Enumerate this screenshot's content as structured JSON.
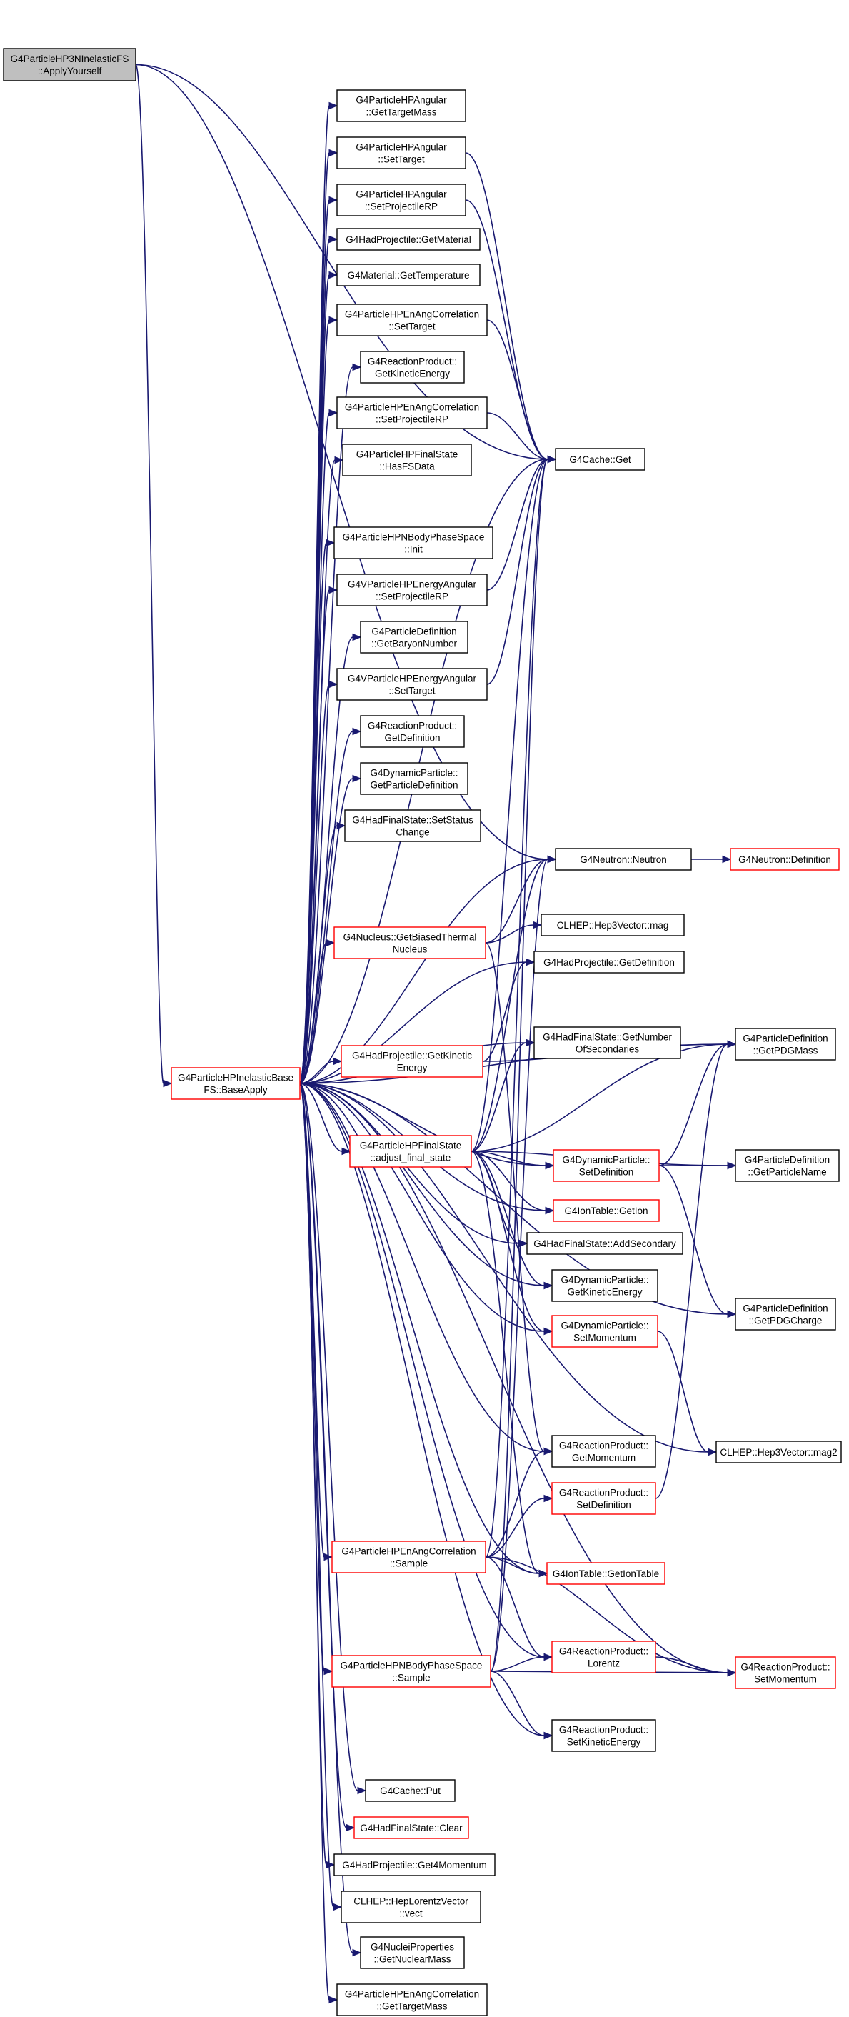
{
  "colors": {
    "edge": "#191970",
    "node_border": "#000000",
    "node_border_missing_doc": "#ff0000",
    "root_fill": "#bfbfbf"
  },
  "nodes": [
    {
      "id": "apply",
      "lines": [
        "G4ParticleHP3NInelasticFS",
        "::ApplyYourself"
      ],
      "root": true
    },
    {
      "id": "base",
      "lines": [
        "G4ParticleHPInelasticBase",
        "FS::BaseApply"
      ],
      "red": true
    },
    {
      "id": "ang_tm",
      "lines": [
        "G4ParticleHPAngular",
        "::GetTargetMass"
      ]
    },
    {
      "id": "ang_st",
      "lines": [
        "G4ParticleHPAngular",
        "::SetTarget"
      ]
    },
    {
      "id": "ang_sp",
      "lines": [
        "G4ParticleHPAngular",
        "::SetProjectileRP"
      ]
    },
    {
      "id": "hp_mat",
      "lines": [
        "G4HadProjectile::GetMaterial"
      ]
    },
    {
      "id": "mat_t",
      "lines": [
        "G4Material::GetTemperature"
      ]
    },
    {
      "id": "eac_st",
      "lines": [
        "G4ParticleHPEnAngCorrelation",
        "::SetTarget"
      ]
    },
    {
      "id": "rp_gke",
      "lines": [
        "G4ReactionProduct::",
        "GetKineticEnergy"
      ]
    },
    {
      "id": "eac_sp",
      "lines": [
        "G4ParticleHPEnAngCorrelation",
        "::SetProjectileRP"
      ]
    },
    {
      "id": "fs_has",
      "lines": [
        "G4ParticleHPFinalState",
        "::HasFSData"
      ]
    },
    {
      "id": "nbps_init",
      "lines": [
        "G4ParticleHPNBodyPhaseSpace",
        "::Init"
      ]
    },
    {
      "id": "vea_sp",
      "lines": [
        "G4VParticleHPEnergyAngular",
        "::SetProjectileRP"
      ]
    },
    {
      "id": "pd_gbn",
      "lines": [
        "G4ParticleDefinition",
        "::GetBaryonNumber"
      ]
    },
    {
      "id": "vea_st",
      "lines": [
        "G4VParticleHPEnergyAngular",
        "::SetTarget"
      ]
    },
    {
      "id": "rp_gd",
      "lines": [
        "G4ReactionProduct::",
        "GetDefinition"
      ]
    },
    {
      "id": "dp_gpd",
      "lines": [
        "G4DynamicParticle::",
        "GetParticleDefinition"
      ]
    },
    {
      "id": "hfs_ssc",
      "lines": [
        "G4HadFinalState::SetStatus",
        "Change"
      ]
    },
    {
      "id": "nuc_gbtn",
      "lines": [
        "G4Nucleus::GetBiasedThermal",
        "Nucleus"
      ],
      "red": true
    },
    {
      "id": "hp_gke",
      "lines": [
        "G4HadProjectile::GetKinetic",
        "Energy"
      ],
      "red": true
    },
    {
      "id": "fs_afs",
      "lines": [
        "G4ParticleHPFinalState",
        "::adjust_final_state"
      ],
      "red": true
    },
    {
      "id": "eac_sample",
      "lines": [
        "G4ParticleHPEnAngCorrelation",
        "::Sample"
      ],
      "red": true
    },
    {
      "id": "nbps_sample",
      "lines": [
        "G4ParticleHPNBodyPhaseSpace",
        "::Sample"
      ],
      "red": true
    },
    {
      "id": "cache_put",
      "lines": [
        "G4Cache::Put"
      ]
    },
    {
      "id": "hfs_clear",
      "lines": [
        "G4HadFinalState::Clear"
      ],
      "red": true
    },
    {
      "id": "hp_g4m",
      "lines": [
        "G4HadProjectile::Get4Momentum"
      ]
    },
    {
      "id": "lv_vect",
      "lines": [
        "CLHEP::HepLorentzVector",
        "::vect"
      ]
    },
    {
      "id": "np_gnm",
      "lines": [
        "G4NucleiProperties",
        "::GetNuclearMass"
      ]
    },
    {
      "id": "eac_gtm",
      "lines": [
        "G4ParticleHPEnAngCorrelation",
        "::GetTargetMass"
      ]
    },
    {
      "id": "cache_get",
      "lines": [
        "G4Cache::Get"
      ]
    },
    {
      "id": "neutron",
      "lines": [
        "G4Neutron::Neutron"
      ]
    },
    {
      "id": "h3v_mag",
      "lines": [
        "CLHEP::Hep3Vector::mag"
      ]
    },
    {
      "id": "hp_gd",
      "lines": [
        "G4HadProjectile::GetDefinition"
      ]
    },
    {
      "id": "hfs_gns",
      "lines": [
        "G4HadFinalState::GetNumber",
        "OfSecondaries"
      ]
    },
    {
      "id": "dp_sd",
      "lines": [
        "G4DynamicParticle::",
        "SetDefinition"
      ],
      "red": true
    },
    {
      "id": "it_gi",
      "lines": [
        "G4IonTable::GetIon"
      ],
      "red": true
    },
    {
      "id": "hfs_as",
      "lines": [
        "G4HadFinalState::AddSecondary"
      ]
    },
    {
      "id": "dp_gke",
      "lines": [
        "G4DynamicParticle::",
        "GetKineticEnergy"
      ]
    },
    {
      "id": "dp_sm",
      "lines": [
        "G4DynamicParticle::",
        "SetMomentum"
      ],
      "red": true
    },
    {
      "id": "rp_gm",
      "lines": [
        "G4ReactionProduct::",
        "GetMomentum"
      ]
    },
    {
      "id": "rp_sd",
      "lines": [
        "G4ReactionProduct::",
        "SetDefinition"
      ],
      "red": true
    },
    {
      "id": "it_git",
      "lines": [
        "G4IonTable::GetIonTable"
      ],
      "red": true
    },
    {
      "id": "rp_lor",
      "lines": [
        "G4ReactionProduct::",
        "Lorentz"
      ],
      "red": true
    },
    {
      "id": "rp_ske",
      "lines": [
        "G4ReactionProduct::",
        "SetKineticEnergy"
      ]
    },
    {
      "id": "neut_def",
      "lines": [
        "G4Neutron::Definition"
      ],
      "red": true
    },
    {
      "id": "pd_gpm",
      "lines": [
        "G4ParticleDefinition",
        "::GetPDGMass"
      ]
    },
    {
      "id": "pd_gpn",
      "lines": [
        "G4ParticleDefinition",
        "::GetParticleName"
      ]
    },
    {
      "id": "pd_gpc",
      "lines": [
        "G4ParticleDefinition",
        "::GetPDGCharge"
      ]
    },
    {
      "id": "h3v_mag2",
      "lines": [
        "CLHEP::Hep3Vector::mag2"
      ]
    },
    {
      "id": "rp_sm",
      "lines": [
        "G4ReactionProduct::",
        "SetMomentum"
      ],
      "red": true
    }
  ]
}
